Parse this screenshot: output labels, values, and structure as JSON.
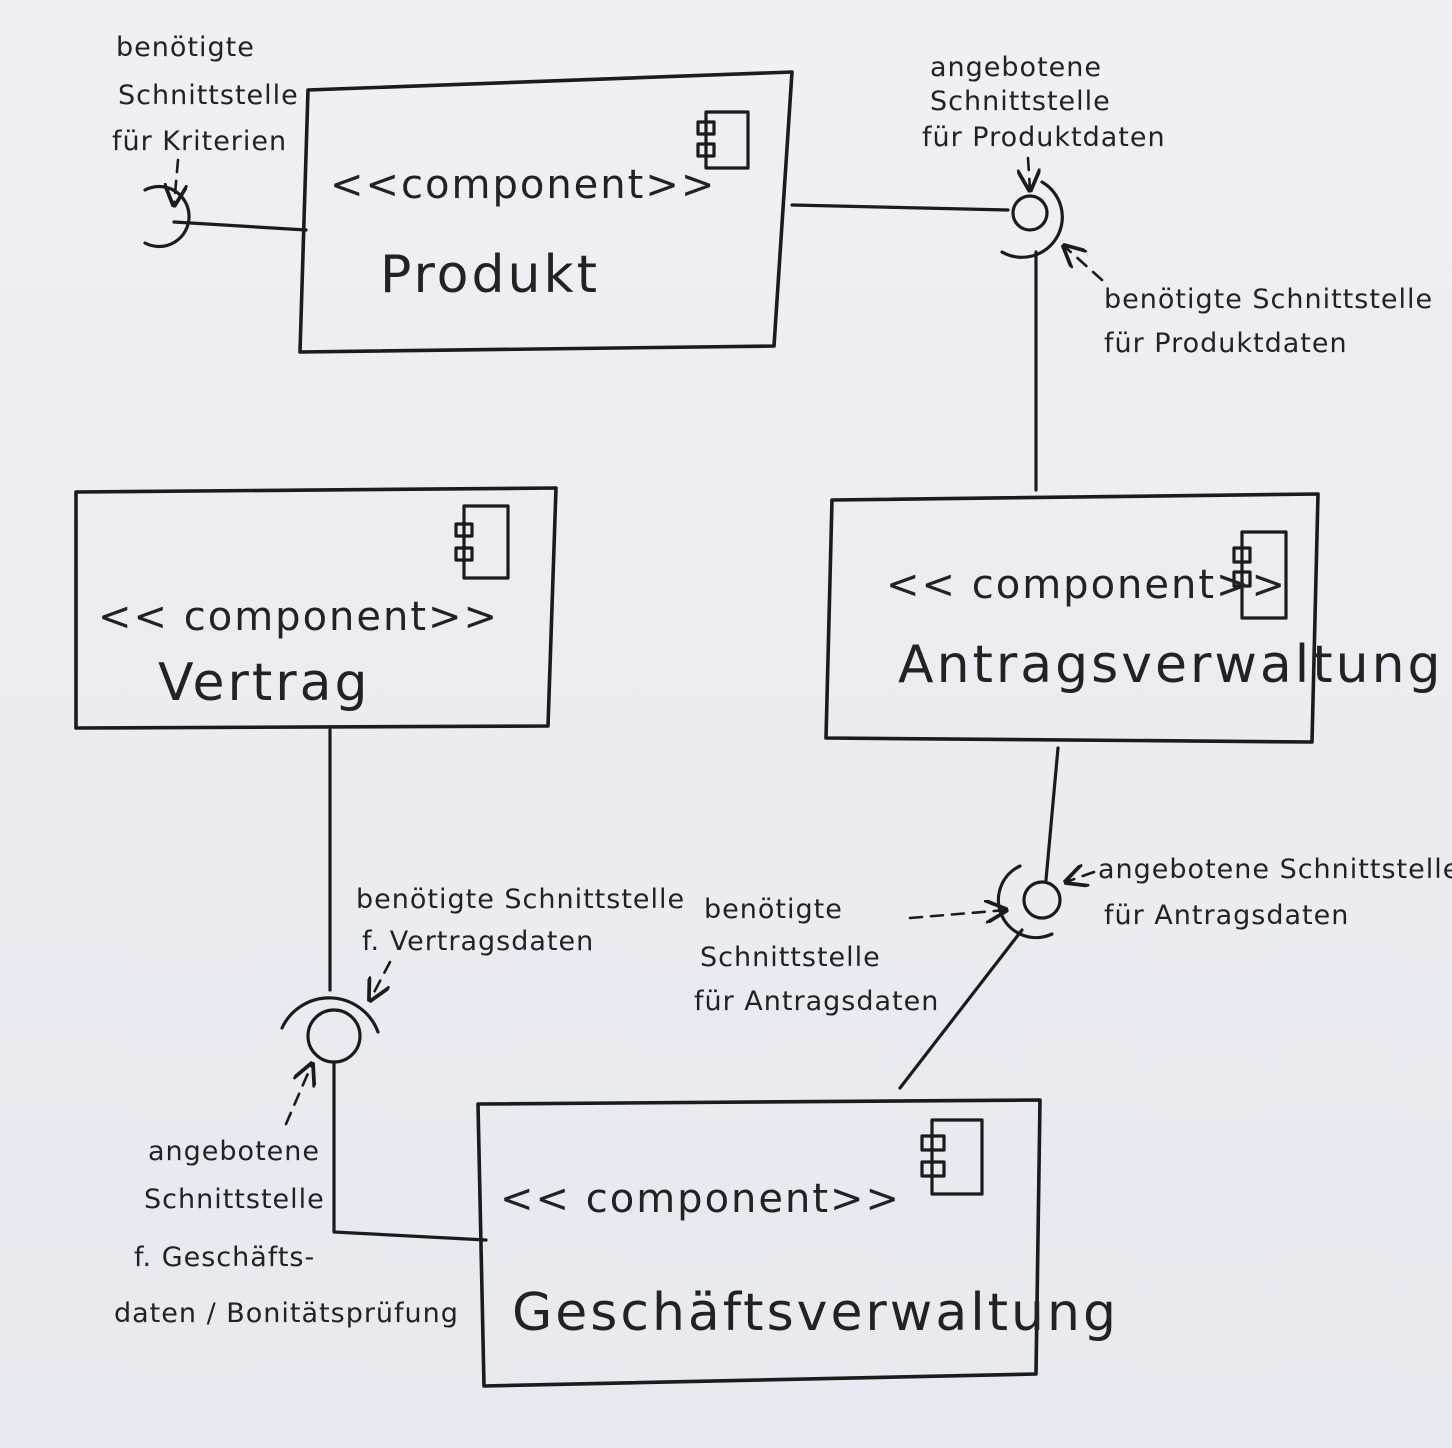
{
  "components": {
    "produkt": {
      "stereotype": "<<component>>",
      "name": "Produkt"
    },
    "vertrag": {
      "stereotype": "<< component>>",
      "name": "Vertrag"
    },
    "antragsverwaltung": {
      "stereotype": "<< component>>",
      "name": "Antragsverwaltung"
    },
    "geschaeftsverwaltung": {
      "stereotype": "<< component>>",
      "name": "Geschäftsverwaltung"
    }
  },
  "annotations": {
    "produkt_required_kriterien": [
      "benötigte",
      "Schnittstelle",
      "für Kriterien"
    ],
    "produkt_provided_produktdaten": [
      "angebotene",
      "Schnittstelle",
      "für Produktdaten"
    ],
    "antrag_required_produktdaten": [
      "benötigte Schnittstelle",
      "für Produktdaten"
    ],
    "vertrag_required_vertragsdaten": [
      "benötigte Schnittstelle",
      "f. Vertragsdaten"
    ],
    "geschaeft_provided_geschaeftsdaten": [
      "angebotene",
      "Schnittstelle",
      "f. Geschäfts-",
      "daten / Bonitätsprüfung"
    ],
    "geschaeft_required_antragsdaten": [
      "benötigte",
      "Schnittstelle",
      "für Antragsdaten"
    ],
    "antrag_provided_antragsdaten": [
      "angebotene Schnittstelle",
      "für Antragsdaten"
    ]
  }
}
